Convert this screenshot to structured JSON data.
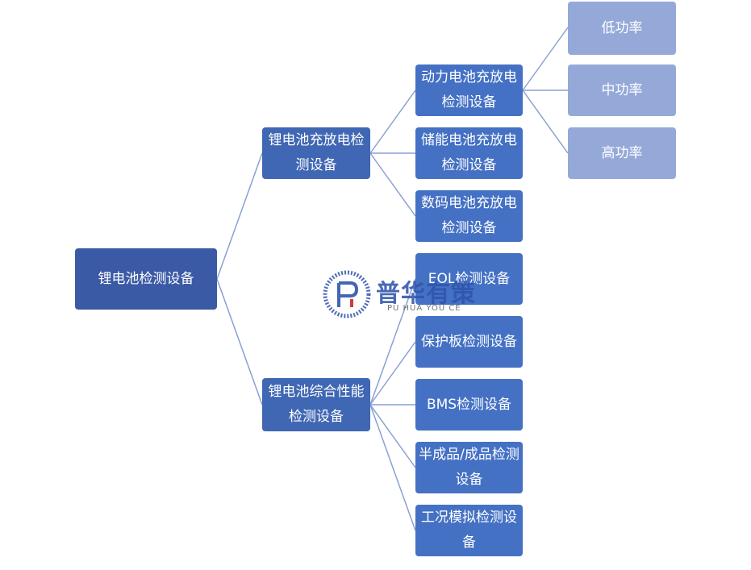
{
  "root": {
    "label": "锂电池检测设备"
  },
  "branch_a": {
    "label": "锂电池充放电检测设备",
    "children": [
      {
        "label": "动力电池充放电检测设备"
      },
      {
        "label": "储能电池充放电检测设备"
      },
      {
        "label": "数码电池充放电检测设备"
      }
    ]
  },
  "branch_b": {
    "label": "锂电池综合性能检测设备",
    "children": [
      {
        "label": "EOL检测设备"
      },
      {
        "label": "保护板检测设备"
      },
      {
        "label": "BMS检测设备"
      },
      {
        "label": "半成品/成品检测设备"
      },
      {
        "label": "工况模拟检测设备"
      }
    ]
  },
  "power_levels": [
    {
      "label": "低功率"
    },
    {
      "label": "中功率"
    },
    {
      "label": "高功率"
    }
  ],
  "watermark": {
    "name": "普华有策",
    "pinyin": "PU HUA YOU CE"
  },
  "colors": {
    "root": "#3b5aa5",
    "level2": "#4067b3",
    "level3": "#4471c4",
    "level4": "#95a9d9",
    "connector": "#8aa0d4"
  }
}
